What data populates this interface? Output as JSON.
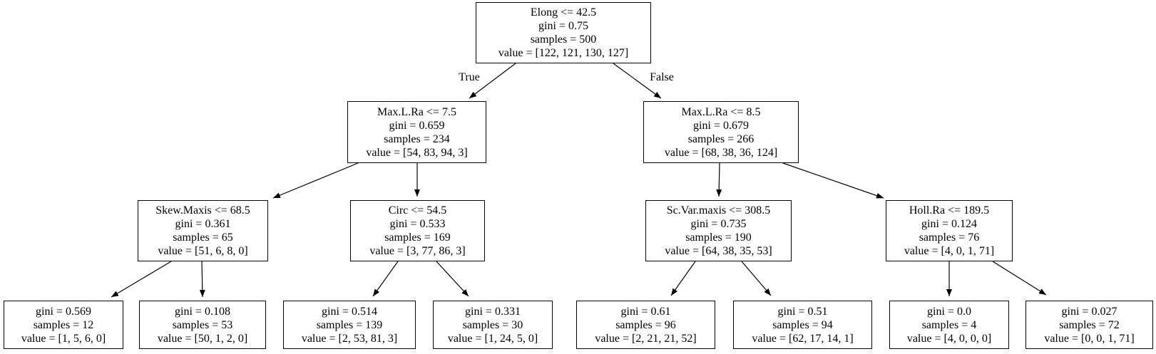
{
  "tree": {
    "kind": "decision-tree",
    "node_border_color": "#000000",
    "edge_color": "#000000",
    "background_color": "#ffffff",
    "nodes": {
      "root": {
        "condition": "Elong <= 42.5",
        "gini": "gini = 0.75",
        "samples": "samples = 500",
        "value": "value = [122, 121, 130, 127]"
      },
      "l2_left": {
        "condition": "Max.L.Ra <= 7.5",
        "gini": "gini = 0.659",
        "samples": "samples = 234",
        "value": "value = [54, 83, 94, 3]"
      },
      "l2_right": {
        "condition": "Max.L.Ra <= 8.5",
        "gini": "gini = 0.679",
        "samples": "samples = 266",
        "value": "value = [68, 38, 36, 124]"
      },
      "l3_1": {
        "condition": "Skew.Maxis <= 68.5",
        "gini": "gini = 0.361",
        "samples": "samples = 65",
        "value": "value = [51, 6, 8, 0]"
      },
      "l3_2": {
        "condition": "Circ <= 54.5",
        "gini": "gini = 0.533",
        "samples": "samples = 169",
        "value": "value = [3, 77, 86, 3]"
      },
      "l3_3": {
        "condition": "Sc.Var.maxis <= 308.5",
        "gini": "gini = 0.735",
        "samples": "samples = 190",
        "value": "value = [64, 38, 35, 53]"
      },
      "l3_4": {
        "condition": "Holl.Ra <= 189.5",
        "gini": "gini = 0.124",
        "samples": "samples = 76",
        "value": "value = [4, 0, 1, 71]"
      },
      "leaf_1": {
        "gini": "gini = 0.569",
        "samples": "samples = 12",
        "value": "value = [1, 5, 6, 0]"
      },
      "leaf_2": {
        "gini": "gini = 0.108",
        "samples": "samples = 53",
        "value": "value = [50, 1, 2, 0]"
      },
      "leaf_3": {
        "gini": "gini = 0.514",
        "samples": "samples = 139",
        "value": "value = [2, 53, 81, 3]"
      },
      "leaf_4": {
        "gini": "gini = 0.331",
        "samples": "samples = 30",
        "value": "value = [1, 24, 5, 0]"
      },
      "leaf_5": {
        "gini": "gini = 0.61",
        "samples": "samples = 96",
        "value": "value = [2, 21, 21, 52]"
      },
      "leaf_6": {
        "gini": "gini = 0.51",
        "samples": "samples = 94",
        "value": "value = [62, 17, 14, 1]"
      },
      "leaf_7": {
        "gini": "gini = 0.0",
        "samples": "samples = 4",
        "value": "value = [4, 0, 0, 0]"
      },
      "leaf_8": {
        "gini": "gini = 0.027",
        "samples": "samples = 72",
        "value": "value = [0, 0, 1, 71]"
      }
    },
    "edges": [
      {
        "from": "root",
        "to": "l2_left",
        "label": "True"
      },
      {
        "from": "root",
        "to": "l2_right",
        "label": "False"
      },
      {
        "from": "l2_left",
        "to": "l3_1"
      },
      {
        "from": "l2_left",
        "to": "l3_2"
      },
      {
        "from": "l2_right",
        "to": "l3_3"
      },
      {
        "from": "l2_right",
        "to": "l3_4"
      },
      {
        "from": "l3_1",
        "to": "leaf_1"
      },
      {
        "from": "l3_1",
        "to": "leaf_2"
      },
      {
        "from": "l3_2",
        "to": "leaf_3"
      },
      {
        "from": "l3_2",
        "to": "leaf_4"
      },
      {
        "from": "l3_3",
        "to": "leaf_5"
      },
      {
        "from": "l3_3",
        "to": "leaf_6"
      },
      {
        "from": "l3_4",
        "to": "leaf_7"
      },
      {
        "from": "l3_4",
        "to": "leaf_8"
      }
    ]
  }
}
